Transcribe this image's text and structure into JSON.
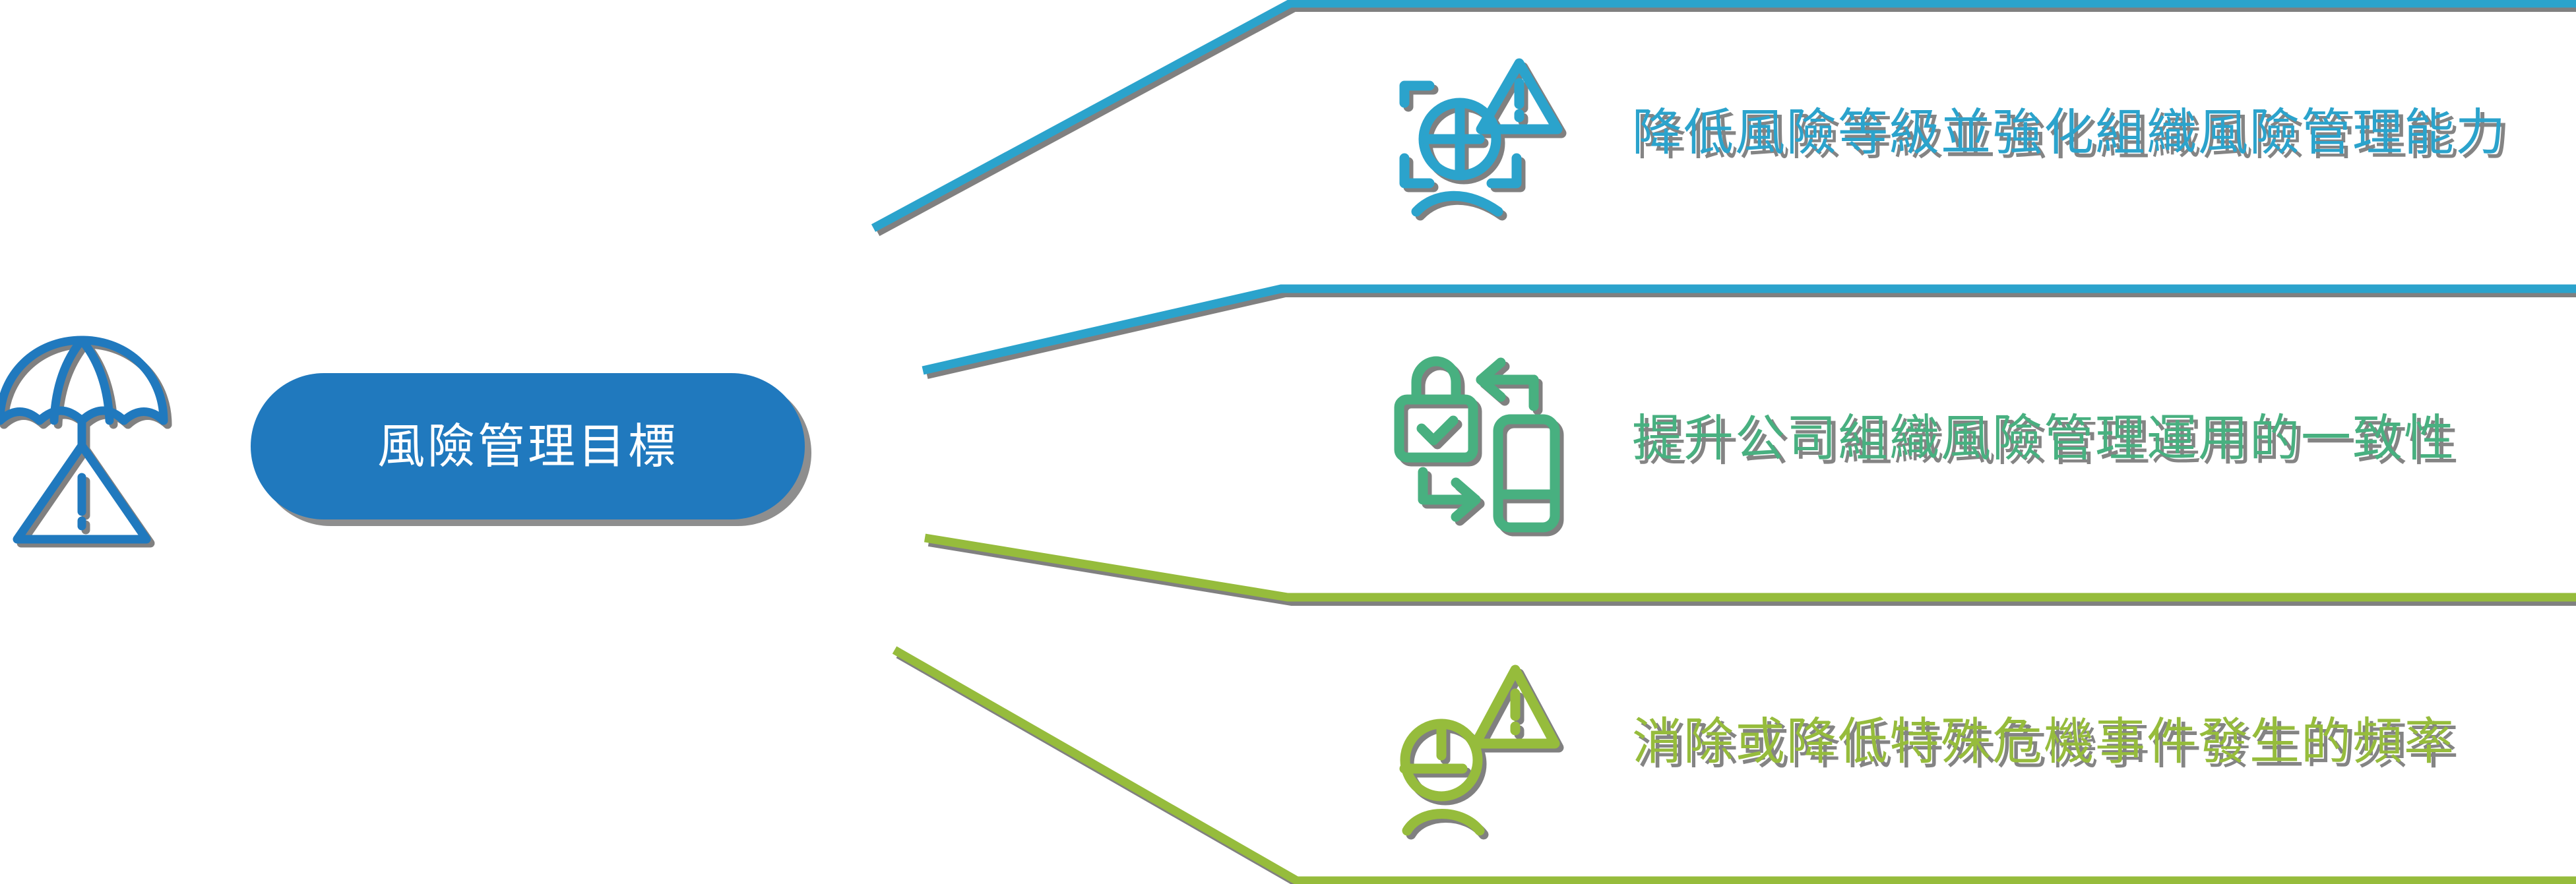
{
  "diagram": {
    "title": "風險管理目標",
    "left_icon": {
      "name": "umbrella-warning-icon",
      "color": "#2079be"
    },
    "center": {
      "label": "風險管理目標",
      "fill_color": "#2079be",
      "text_color": "#ffffff",
      "shadow_color": "#7a7a7a"
    },
    "rows": [
      {
        "id": "row-1",
        "label": "降低風險等級並強化組織風險管理能力",
        "color": "#2ba3cc",
        "icon_name": "globe-scan-warning-icon"
      },
      {
        "id": "row-2",
        "label": "提升公司組織風險管理運用的一致性",
        "color": "#48b080",
        "icon_name": "lock-check-mobile-sync-icon"
      },
      {
        "id": "row-3",
        "label": "消除或降低特殊危機事件發生的頻率",
        "color": "#96bc3c",
        "icon_name": "person-euro-warning-icon"
      }
    ],
    "connector_colors": {
      "band_1_top": "#2ba3cc",
      "band_2_top": "#2ba3cc",
      "band_2_bottom": "#96bc3c",
      "band_3_top": "#96bc3c",
      "band_3_bottom": "#96bc3c",
      "shadow": "#808080"
    }
  }
}
